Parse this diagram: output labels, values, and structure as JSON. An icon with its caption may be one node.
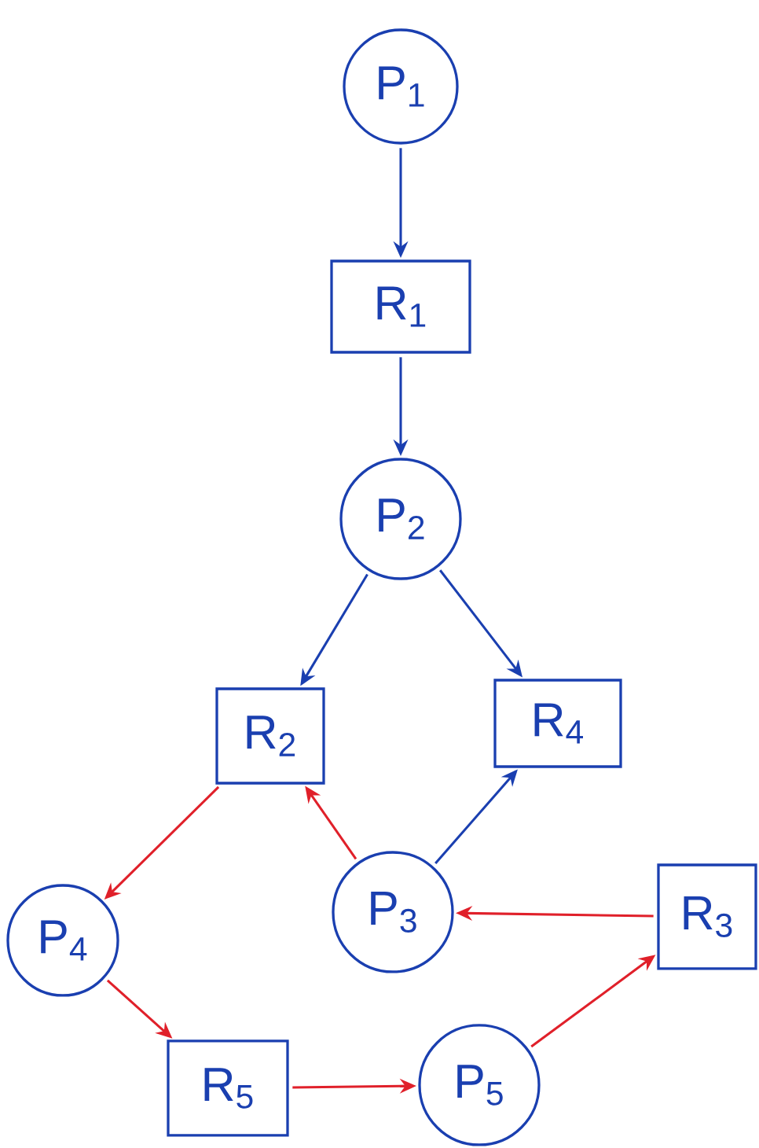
{
  "diagram": {
    "nodes": [
      {
        "text": [
          "P$_{1}$"
        ]
      },
      {
        "text": [
          "R$_{1}$"
        ]
      },
      {
        "text": [
          "P$_{2}$"
        ]
      },
      {
        "text": [
          "R$_{2}$"
        ]
      },
      {
        "text": [
          "R$_{4}$"
        ]
      },
      {
        "text": [
          "P$_{4}$"
        ]
      },
      {
        "text": [
          "P$_{3}$"
        ]
      },
      {
        "text": [
          "R$_{3}$"
        ]
      },
      {
        "text": [
          "R$_{5}$"
        ]
      },
      {
        "text": [
          "P$_{5}$"
        ]
      }
    ],
    "edges": [
      {
        "from": 0,
        "to": 1,
        "arrow": "to",
        "color": "#1a3fb0"
      },
      {
        "from": 1,
        "to": 2,
        "arrow": "to",
        "color": "#1a3fb0"
      },
      {
        "from": 2,
        "to": 3,
        "arrow": "to",
        "color": "#1a3fb0"
      },
      {
        "from": 2,
        "to": 4,
        "arrow": "to",
        "color": "#1a3fb0"
      },
      {
        "from": 3,
        "to": 5,
        "arrow": "to",
        "color": "#e0202a"
      },
      {
        "from": 6,
        "to": 3,
        "arrow": "to",
        "color": "#e0202a"
      },
      {
        "from": 6,
        "to": 4,
        "arrow": "to",
        "color": "#1a3fb0"
      },
      {
        "from": 7,
        "to": 6,
        "arrow": "to",
        "color": "#e0202a"
      },
      {
        "from": 5,
        "to": 8,
        "arrow": "to",
        "color": "#e0202a"
      },
      {
        "from": 8,
        "to": 9,
        "arrow": "to",
        "color": "#e0202a"
      },
      {
        "from": 9,
        "to": 7,
        "arrow": "to",
        "color": "#e0202a"
      }
    ]
  }
}
